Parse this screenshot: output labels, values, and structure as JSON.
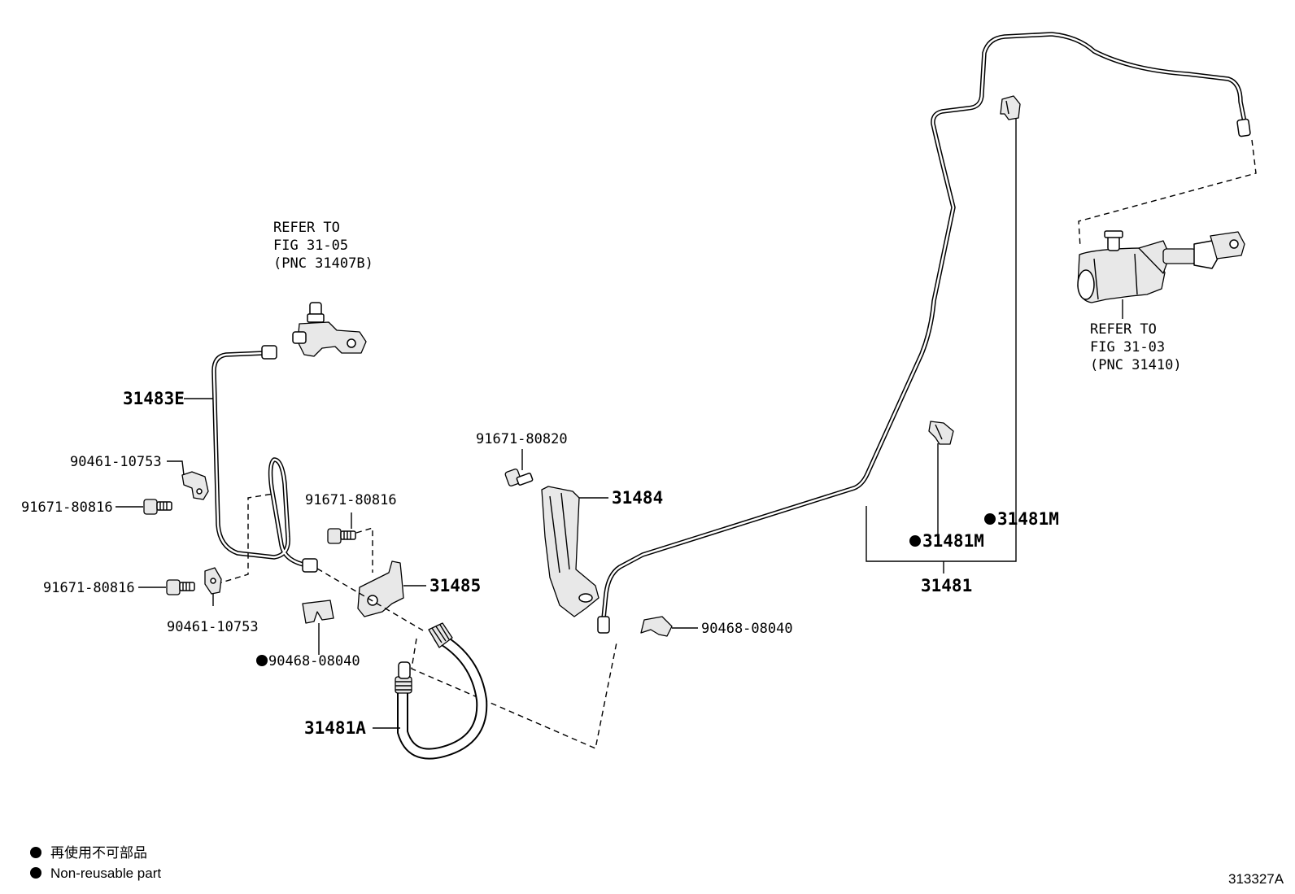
{
  "refs": {
    "top_left": [
      "REFER TO",
      "FIG 31-05",
      "(PNC 31407B)"
    ],
    "right": [
      "REFER TO",
      "FIG 31-03",
      "(PNC 31410)"
    ]
  },
  "part_numbers": {
    "tube_31483e": "31483E",
    "clamp_upper": "90461-10753",
    "bolt_upper": "91671-80816",
    "bolt_lower": "91671-80816",
    "clamp_lower": "90461-10753",
    "bolt_mid": "91671-80816",
    "bracket_31485": "31485",
    "clip_left": "90468-08040",
    "hose_31481a": "31481A",
    "bolt_top": "91671-80820",
    "bracket_31484": "31484",
    "clip_right": "90468-08040",
    "grommet_a": "31481M",
    "grommet_b": "31481M",
    "tube_31481": "31481"
  },
  "legend": {
    "marker": "●",
    "line_jp": "再使用不可部品",
    "line_en": "Non-reusable part"
  },
  "figure_code": "313327A"
}
